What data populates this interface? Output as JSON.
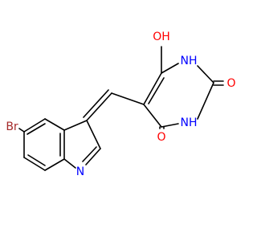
{
  "molecule": {
    "atoms": {
      "oh_top": {
        "text": "OH",
        "element": "O",
        "color": "#ff0000"
      },
      "nh_top": {
        "text": "NH",
        "element": "N",
        "color": "#0000ff"
      },
      "o_right": {
        "text": "O",
        "element": "O",
        "color": "#ff0000"
      },
      "nh_bottom": {
        "text": "NH",
        "element": "N",
        "color": "#0000ff"
      },
      "o_bottom": {
        "text": "O",
        "element": "O",
        "color": "#ff0000"
      },
      "br": {
        "text": "Br",
        "element": "Br",
        "color": "#a52a2a"
      },
      "n_indole": {
        "text": "N",
        "element": "N",
        "color": "#0000ff"
      }
    },
    "bond_color": "#000000"
  }
}
